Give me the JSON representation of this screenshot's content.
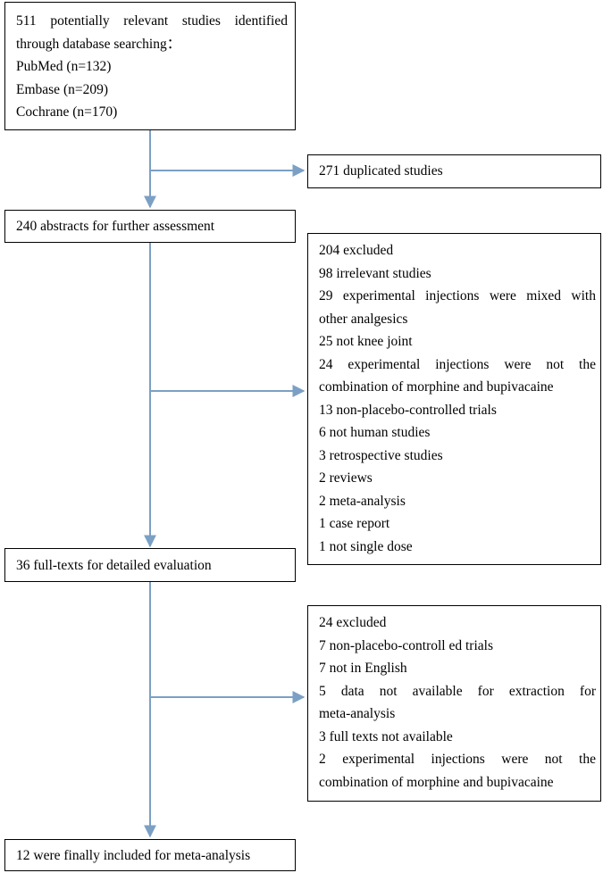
{
  "flow": {
    "identified": {
      "lines": [
        "511 potentially relevant studies identified",
        "through database searching：",
        "PubMed (n=132)",
        "Embase (n=209)",
        "Cochrane (n=170)"
      ]
    },
    "duplicates": {
      "text": "271  duplicated studies"
    },
    "abstracts": {
      "text": "240 abstracts for further assessment"
    },
    "excluded_abstracts": {
      "lines": [
        "204 excluded",
        "98 irrelevant studies",
        "29 experimental injections were mixed with",
        "other analgesics",
        "25 not knee joint",
        "24 experimental injections were not the",
        "combination of morphine and bupivacaine",
        "13 non-placebo-controlled trials",
        "6 not human studies",
        "3 retrospective studies",
        "2 reviews",
        "2 meta-analysis",
        "1 case report",
        "1 not single dose"
      ]
    },
    "fulltexts": {
      "text": "36 full-texts for detailed evaluation"
    },
    "excluded_fulltexts": {
      "lines": [
        "24 excluded",
        "7 non-placebo-controll ed trials",
        "7 not in English",
        "5 data not available for extraction for",
        "meta-analysis",
        "3 full texts not available",
        "2 experimental injections were not the",
        "combination of morphine and bupivacaine"
      ]
    },
    "included": {
      "text": "12 were finally included for meta-analysis"
    }
  },
  "colors": {
    "arrow": "#7ba0c4",
    "border": "#000000"
  }
}
